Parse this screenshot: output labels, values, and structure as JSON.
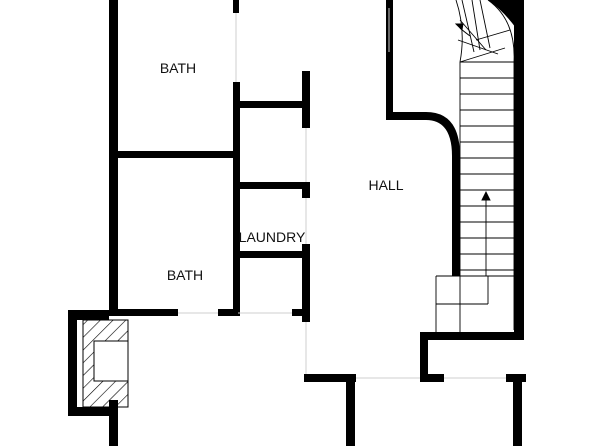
{
  "floor_plan": {
    "rooms": [
      {
        "key": "bath_upper",
        "label": "BATH"
      },
      {
        "key": "bath_lower",
        "label": "BATH"
      },
      {
        "key": "laundry",
        "label": "LAUNDRY"
      },
      {
        "key": "hall",
        "label": "HALL"
      }
    ],
    "colors": {
      "wall": "#000000",
      "background": "#ffffff",
      "door_line": "#cfcfcf",
      "hatch": "#000000"
    },
    "icons": [
      "stair-direction-arrow-icon",
      "fireplace-icon"
    ]
  }
}
